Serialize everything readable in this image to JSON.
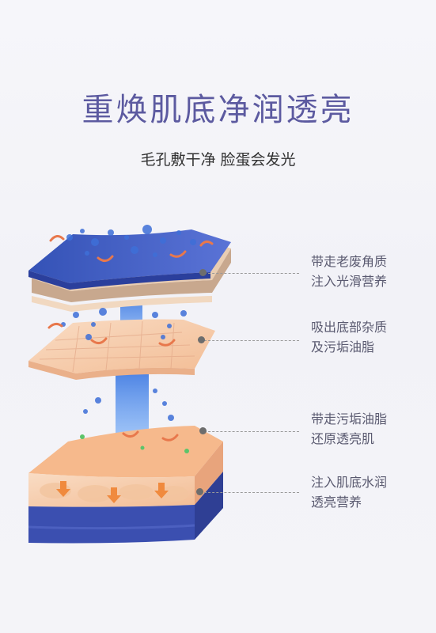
{
  "title": "重焕肌底净润透亮",
  "subtitle": "毛孔敷干净 脸蛋会发光",
  "callouts": [
    {
      "line1": "带走老废角质",
      "line2": "注入光滑营养"
    },
    {
      "line1": "吸出底部杂质",
      "line2": "及污垢油脂"
    },
    {
      "line1": "带走污垢油脂",
      "line2": "还原透亮肌"
    },
    {
      "line1": "注入肌底水润",
      "line2": "透亮营养"
    }
  ],
  "colors": {
    "title": "#5c5aa0",
    "mask_blue": "#3a4fb4",
    "skin_peach": "#f6c8a4",
    "flow_blue": "#4f8ee6",
    "arrow_orange": "#e8784c"
  }
}
